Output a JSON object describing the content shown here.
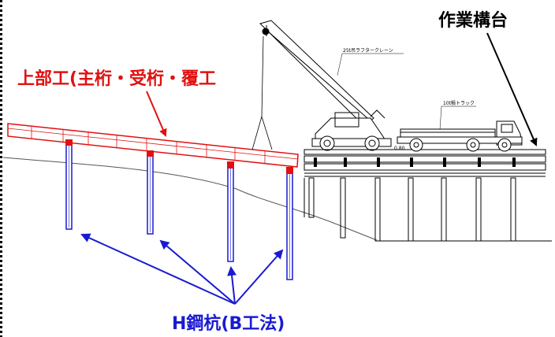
{
  "labels": {
    "superstructure": "上部工(主桁・受桁・覆工",
    "work_platform": "作業構台",
    "h_steel_piles": "H鋼杭(B工法)",
    "crane": "25t吊ラフタークレーン",
    "truck": "10t積トラック",
    "elevation_mark": "0.80"
  },
  "colors": {
    "superstructure_label": "#e21010",
    "superstructure_girder": "#e21010",
    "pile_caps": "#e21010",
    "piles": "#1a1ad0",
    "pile_label": "#1a1ad0",
    "pile_arrows": "#1a1ad0",
    "work_platform_label": "#000000",
    "drawing_lines": "#000000"
  },
  "icons": [
    "crane-icon",
    "truck-icon"
  ]
}
